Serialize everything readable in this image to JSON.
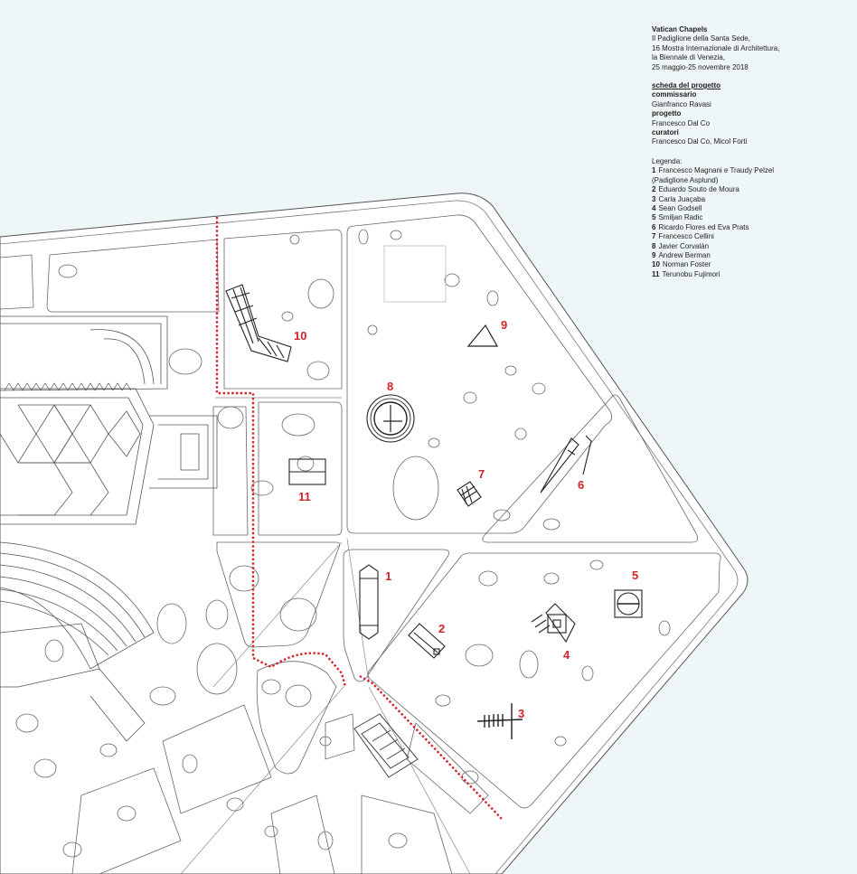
{
  "header": {
    "title": "Vatican Chapels",
    "subtitle_lines": [
      "Il Padiglione della Santa Sede,",
      "16 Mostra Internazionale di Architettura,",
      "la Biennale di Venezia,",
      "25 maggio-25 novembre 2018"
    ]
  },
  "project": {
    "heading": "scheda del progetto",
    "commissioner_label": "commissario",
    "commissioner": "Gianfranco Ravasi",
    "project_label": "progetto",
    "project_author": "Francesco Dal Co",
    "curators_label": "curatori",
    "curators": "Francesco Dal Co, Micol Forti"
  },
  "legend": {
    "title": "Legenda:",
    "items": [
      {
        "num": "1",
        "name": "Francesco Magnani e Traudy Pelzel",
        "extra": "(Padiglione Asplund)"
      },
      {
        "num": "2",
        "name": "Eduardo Souto de Moura"
      },
      {
        "num": "3",
        "name": "Carla Juaçaba"
      },
      {
        "num": "4",
        "name": "Sean Godsell"
      },
      {
        "num": "5",
        "name": "Smiljan Radic"
      },
      {
        "num": "6",
        "name": "Ricardo Flores ed Eva Prats"
      },
      {
        "num": "7",
        "name": "Francesco Cellini"
      },
      {
        "num": "8",
        "name": "Javier Corvalán"
      },
      {
        "num": "9",
        "name": "Andrew Berman"
      },
      {
        "num": "10",
        "name": "Norman Foster"
      },
      {
        "num": "11",
        "name": "Terunobu Fujimori"
      }
    ]
  },
  "map_labels": [
    "1",
    "2",
    "3",
    "4",
    "5",
    "6",
    "7",
    "8",
    "9",
    "10",
    "11"
  ],
  "colors": {
    "background": "#eef6f7",
    "land": "#ffffff",
    "line": "#555555",
    "route": "#d2232a",
    "labels": "#d2232a"
  }
}
